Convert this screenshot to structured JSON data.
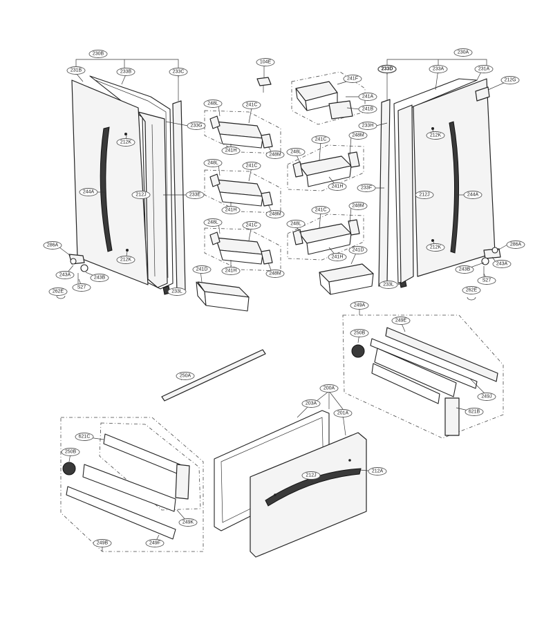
{
  "labels": {
    "l230B": "230B",
    "l231B": "231B",
    "l233B": "233B",
    "l233C": "233C",
    "l233G": "233G",
    "l212K_a": "212K",
    "l212K_b": "212K",
    "l244A_L": "244A",
    "l212J_L": "212J",
    "l233E": "233E",
    "l286A_L": "286A",
    "l243A_L": "243A",
    "l243B_L": "243B",
    "lS27_L": "S27",
    "l262E_L": "262E",
    "l233L_L": "233L",
    "l104E": "104E",
    "l248L_1": "248L",
    "l241C_1": "241C",
    "l241H_1": "241H",
    "l248M_1": "248M",
    "l248L_2": "248L",
    "l241C_2": "241C",
    "l241H_2": "241H",
    "l248M_2": "248M",
    "l248L_3": "248L",
    "l241C_3": "241C",
    "l241H_3": "241H",
    "l248M_3": "248M",
    "l241D_L": "241D",
    "l241F": "241F",
    "l241A": "241A",
    "l241B": "241B",
    "l241C_4": "241C",
    "l248M_4": "248M",
    "l248L_4": "248L",
    "l241H_4": "241H",
    "l241C_5": "241C",
    "l248M_5": "248M",
    "l248L_5": "248L",
    "l241H_5": "241H",
    "l241D_R": "241D",
    "l233L_R": "233L",
    "l230A": "230A",
    "l233D": "233D",
    "l233A": "233A",
    "l231A": "231A",
    "l212G": "212G",
    "l233H": "233H",
    "l212K_c": "212K",
    "l233F": "233F",
    "l212J_R": "212J",
    "l244A_R": "244A",
    "l212K_d": "212K",
    "l286A_R": "286A",
    "l243B_R": "243B",
    "l243A_R": "243A",
    "lS27_R": "S27",
    "l262E_R": "262E",
    "l249A": "249A",
    "l250B_R": "250B",
    "l249E": "249E",
    "l249J": "249J",
    "l621B": "621B",
    "l250A": "250A",
    "l200A": "200A",
    "l203A": "203A",
    "l201A": "201A",
    "l621C": "621C",
    "l250B_L": "250B",
    "l212J_D": "212J",
    "l212A": "212A",
    "l249K": "249K",
    "l249B": "249B",
    "l249F": "249F"
  }
}
